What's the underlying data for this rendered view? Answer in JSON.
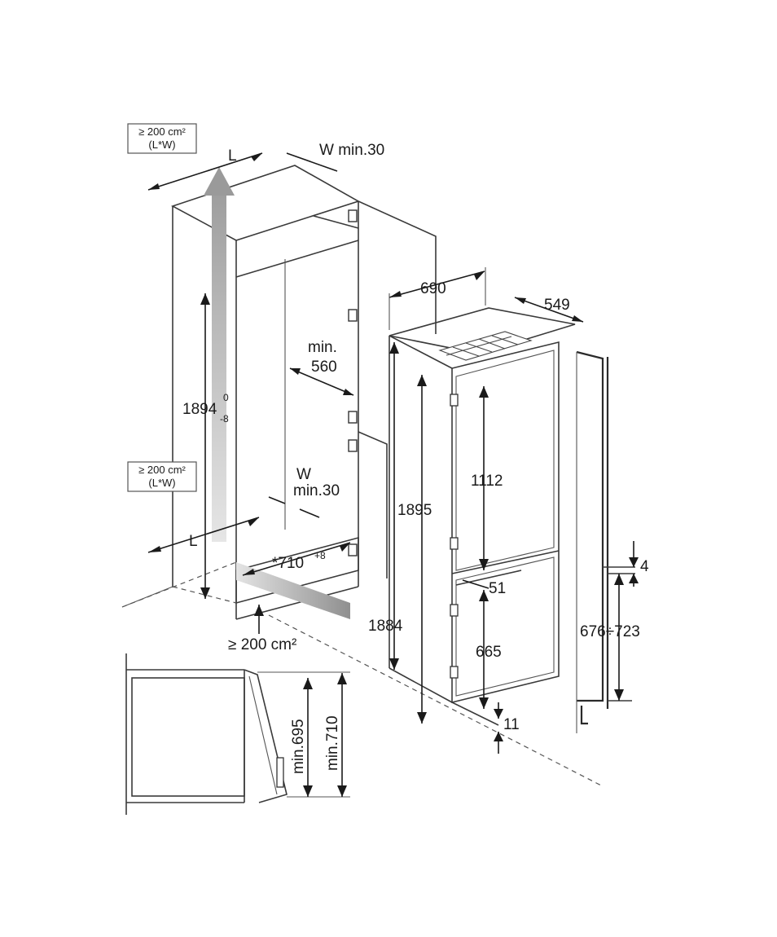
{
  "labels": {
    "vent_top_area": "≥ 200 cm²",
    "vent_top_lw": "(L*W)",
    "top_L": "L",
    "top_W_min": "W min.30",
    "height_1894": "1894",
    "height_1894_sup": "0",
    "height_1894_sub": "-8",
    "min_560_a": "min.",
    "min_560_b": "560",
    "vent_mid_area": "≥ 200 cm²",
    "vent_mid_lw": "(L*W)",
    "mid_W": "W",
    "mid_min30": "min.30",
    "bottom_L": "L",
    "depth_710": "*710",
    "depth_710_sup": "+8",
    "vent_bottom": "≥ 200 cm²",
    "width_690": "690",
    "depth_549": "549",
    "height_1112": "1112",
    "height_1895": "1895",
    "gap_51": "51",
    "height_1884": "1884",
    "height_665": "665",
    "gap_11": "11",
    "gap_4": "4",
    "range_676_723": "676÷723",
    "min_695": "min.695",
    "min_710": "min.710"
  },
  "colors": {
    "line": "#3a3a3a",
    "airflow_arrow": "#b8b8b8"
  }
}
